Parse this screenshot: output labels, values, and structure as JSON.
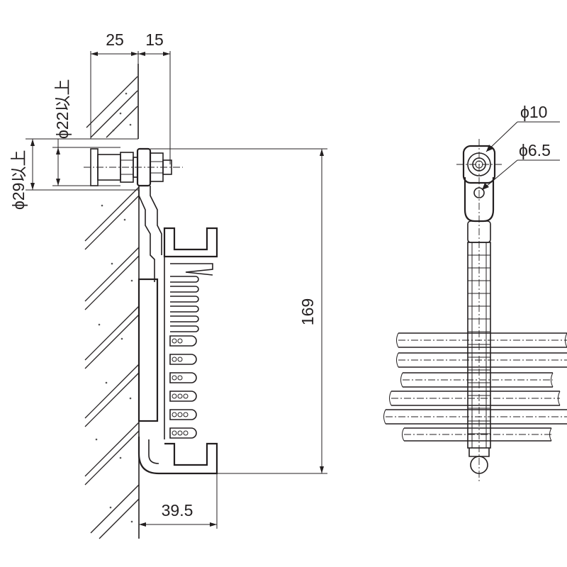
{
  "dimensions": {
    "top_left_width": "25",
    "top_right_width": "15",
    "inner_diameter": "ϕ22以上",
    "outer_diameter": "ϕ29以上",
    "overall_height": "169",
    "bottom_width": "39.5",
    "bolt_diameter": "ϕ10",
    "hole_diameter": "ϕ6.5"
  }
}
